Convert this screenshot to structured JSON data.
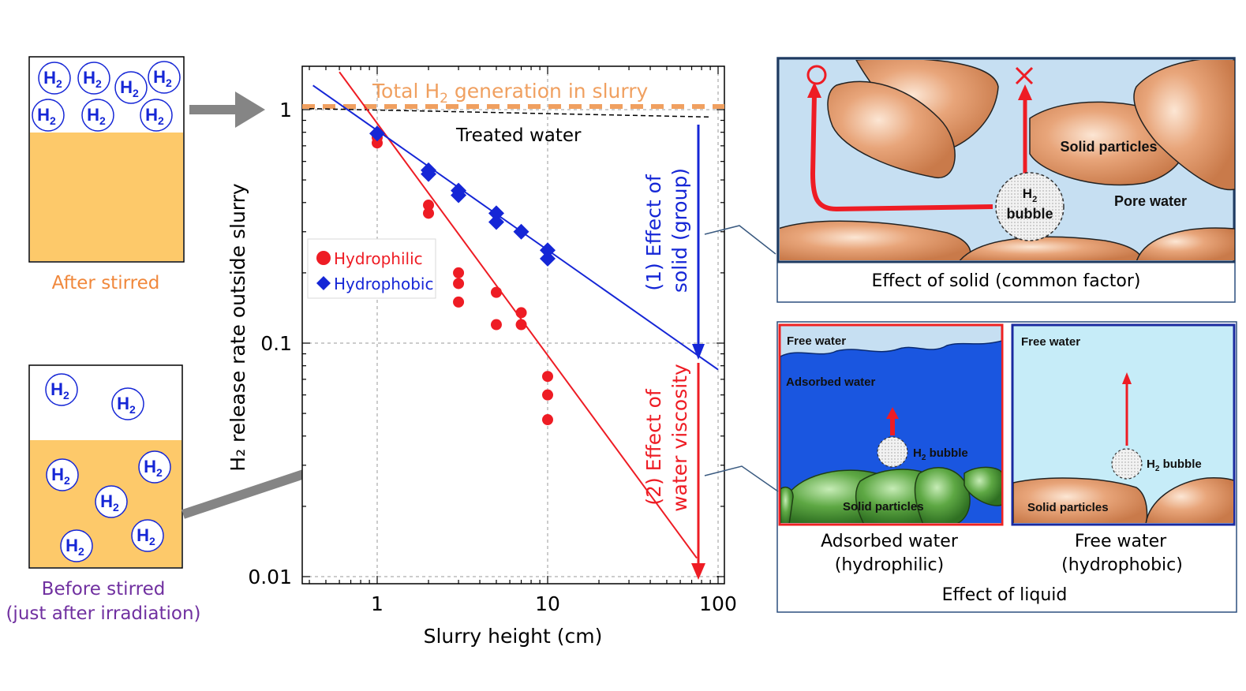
{
  "left_panels": {
    "after_caption": "After stirred",
    "before_caption_line1": "Before stirred",
    "before_caption_line2": "(just after irradiation)",
    "h2_label": "H",
    "h2_sub": "2"
  },
  "chart_data": {
    "type": "scatter",
    "xlabel": "Slurry height (cm)",
    "ylabel": "H₂ release rate outside slurry",
    "x_scale": "log",
    "y_scale": "log",
    "xlim": [
      0.4,
      100
    ],
    "ylim": [
      0.01,
      1.5
    ],
    "x_ticks": [
      {
        "value": 1,
        "label": "1"
      },
      {
        "value": 10,
        "label": "10"
      },
      {
        "value": 100,
        "label": "100"
      }
    ],
    "y_ticks": [
      {
        "value": 0.01,
        "label": "0.01"
      },
      {
        "value": 0.1,
        "label": "0.1"
      },
      {
        "value": 1,
        "label": "1"
      }
    ],
    "grid": true,
    "legend_position": "middle-left",
    "series": [
      {
        "name": "Hydrophilic",
        "marker": "circle",
        "color": "#ee1c24",
        "points": [
          [
            1,
            0.72
          ],
          [
            1,
            0.76
          ],
          [
            2,
            0.36
          ],
          [
            2,
            0.39
          ],
          [
            3,
            0.2
          ],
          [
            3,
            0.18
          ],
          [
            3,
            0.15
          ],
          [
            5,
            0.165
          ],
          [
            5,
            0.12
          ],
          [
            7,
            0.135
          ],
          [
            7,
            0.12
          ],
          [
            10,
            0.072
          ],
          [
            10,
            0.06
          ],
          [
            10,
            0.047
          ]
        ]
      },
      {
        "name": "Hydrophobic",
        "marker": "diamond",
        "color": "#1526d6",
        "points": [
          [
            1,
            0.79
          ],
          [
            2,
            0.55
          ],
          [
            2,
            0.53
          ],
          [
            3,
            0.45
          ],
          [
            3,
            0.43
          ],
          [
            5,
            0.36
          ],
          [
            5,
            0.33
          ],
          [
            7,
            0.3
          ],
          [
            10,
            0.25
          ],
          [
            10,
            0.23
          ]
        ]
      }
    ],
    "fit_lines": [
      {
        "series": "Hydrophilic",
        "color": "#ee1c24",
        "from": [
          0.6,
          1.45
        ],
        "to": [
          75,
          0.012
        ]
      },
      {
        "series": "Hydrophobic",
        "color": "#1526d6",
        "from": [
          0.42,
          1.27
        ],
        "to": [
          100,
          0.077
        ]
      }
    ],
    "reference_lines": [
      {
        "label": "Total H",
        "label_sub": "2",
        "label_rest": " generation in slurry",
        "color": "#f0a060",
        "style": "dashed",
        "y": 1.0
      },
      {
        "label": "Treated water",
        "color": "#000000",
        "style": "dashed",
        "from": [
          0.4,
          1.01
        ],
        "to": [
          90,
          0.93
        ]
      }
    ],
    "annotations": [
      {
        "text_line1": "(1) Effect of",
        "text_line2": "solid (group)",
        "color": "#1526d6"
      },
      {
        "text_line1": "(2) Effect of",
        "text_line2": "water viscosity",
        "color": "#ee1c24"
      }
    ]
  },
  "right_top": {
    "caption": "Effect of solid (common factor)",
    "solid_particles": "Solid particles",
    "pore_water": "Pore water",
    "bubble_line1": "H",
    "bubble_sub": "2",
    "bubble_line2": "bubble",
    "ok_symbol": "○",
    "ng_symbol": "×"
  },
  "right_bottom": {
    "caption": "Effect of liquid",
    "left": {
      "free_water": "Free water",
      "adsorbed_water": "Adsorbed water",
      "bubble_h": "H",
      "bubble_sub": "2",
      "bubble_rest": " bubble",
      "solid_particles": "Solid particles",
      "title_line1": "Adsorbed water",
      "title_line2": "(hydrophilic)"
    },
    "right": {
      "free_water": "Free water",
      "bubble_h": "H",
      "bubble_sub": "2",
      "bubble_rest": " bubble",
      "solid_particles": "Solid particles",
      "title_line1": "Free water",
      "title_line2": "(hydrophobic)"
    }
  },
  "colors": {
    "orange_caption": "#f0883c",
    "purple_caption": "#7030a0",
    "slurry": "#fdc96a",
    "h2_blue": "#1526d6",
    "pore_water": "#c6dff2",
    "adsorbed_water": "#1a56e0",
    "green_particles": "#3a8a2a"
  }
}
